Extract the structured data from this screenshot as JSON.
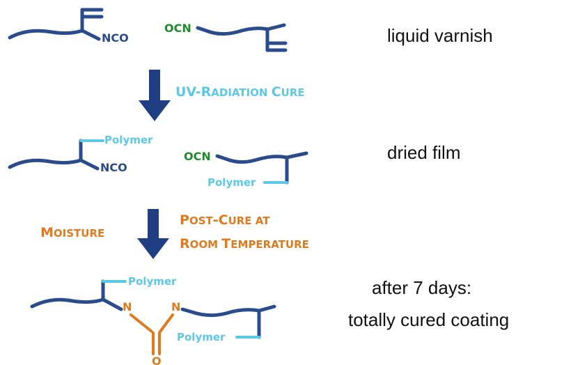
{
  "colors": {
    "chain": "#2b4c8c",
    "isocyanate": "#1f8a2a",
    "polymer": "#5cc8e6",
    "orange": "#e07a1f",
    "arrow": "#1f3f82",
    "stage_text": "#111111"
  },
  "stages": {
    "liquid": "liquid varnish",
    "dried": "dried film",
    "cured_line1": "after 7 days:",
    "cured_line2": "totally cured coating"
  },
  "steps": {
    "uv": {
      "first": "UV-R",
      "first_small": "ADIATION ",
      "second": "C",
      "second_small": "URE"
    },
    "moisture": {
      "first": "M",
      "first_small": "OISTURE"
    },
    "postcure": {
      "line1_a": "P",
      "line1_a_small": "OST",
      "line1_dash": "-",
      "line1_b": "C",
      "line1_b_small": "URE AT",
      "line2_a": "R",
      "line2_a_small": "OOM ",
      "line2_b": "T",
      "line2_b_small": "EMPERATURE"
    }
  },
  "labels": {
    "nco": "NCO",
    "ocn": "OCN",
    "polymer": "Polymer",
    "n": "N",
    "o": "O"
  }
}
